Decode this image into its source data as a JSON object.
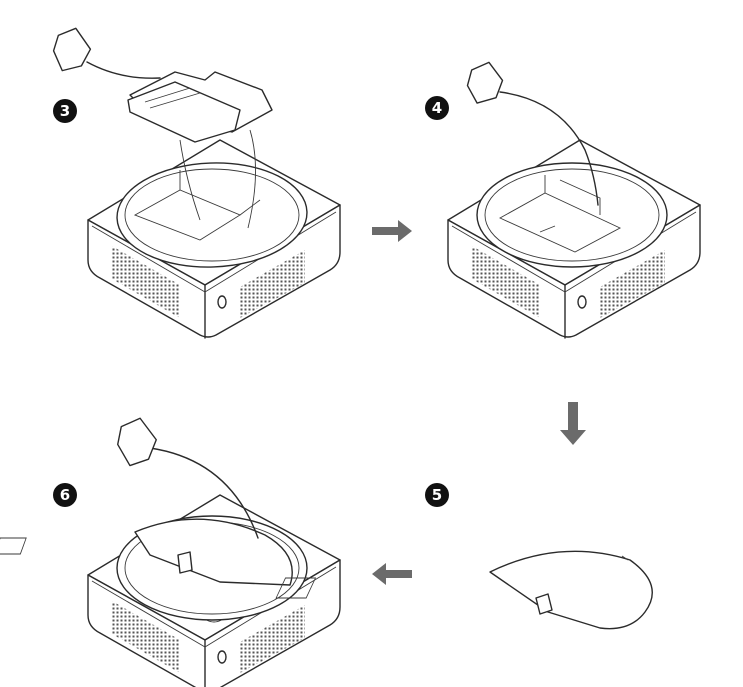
{
  "steps": [
    {
      "number": "3"
    },
    {
      "number": "4"
    },
    {
      "number": "5"
    },
    {
      "number": "6"
    }
  ],
  "colors": {
    "line": "#2b2b2b",
    "badge": "#111111",
    "arrow": "#6b6b6b",
    "background": "#ffffff"
  },
  "icons": [
    "arrow-right-icon",
    "arrow-down-icon",
    "arrow-left-icon"
  ]
}
